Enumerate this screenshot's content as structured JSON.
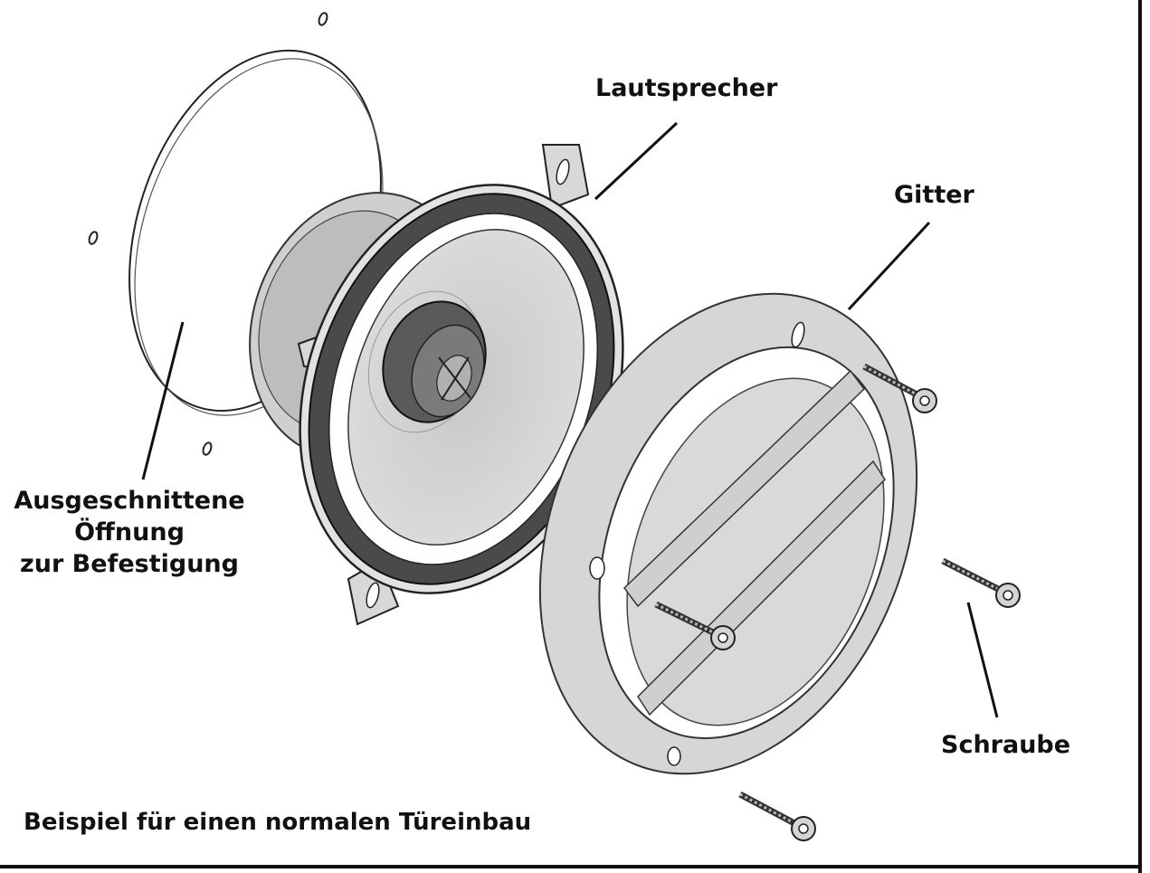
{
  "labels": {
    "speaker": "Lautsprecher",
    "grille": "Gitter",
    "screw": "Schraube",
    "cutout": [
      "Ausgeschnittene",
      "Öffnung",
      "zur Befestigung"
    ]
  },
  "caption": "Beispiel für einen normalen Türeinbau",
  "colors": {
    "line": "#111111",
    "part_fill": "#d6d6d6",
    "part_shade": "#bdbdbd",
    "surround": "#4a4a4a",
    "background": "#ffffff"
  }
}
